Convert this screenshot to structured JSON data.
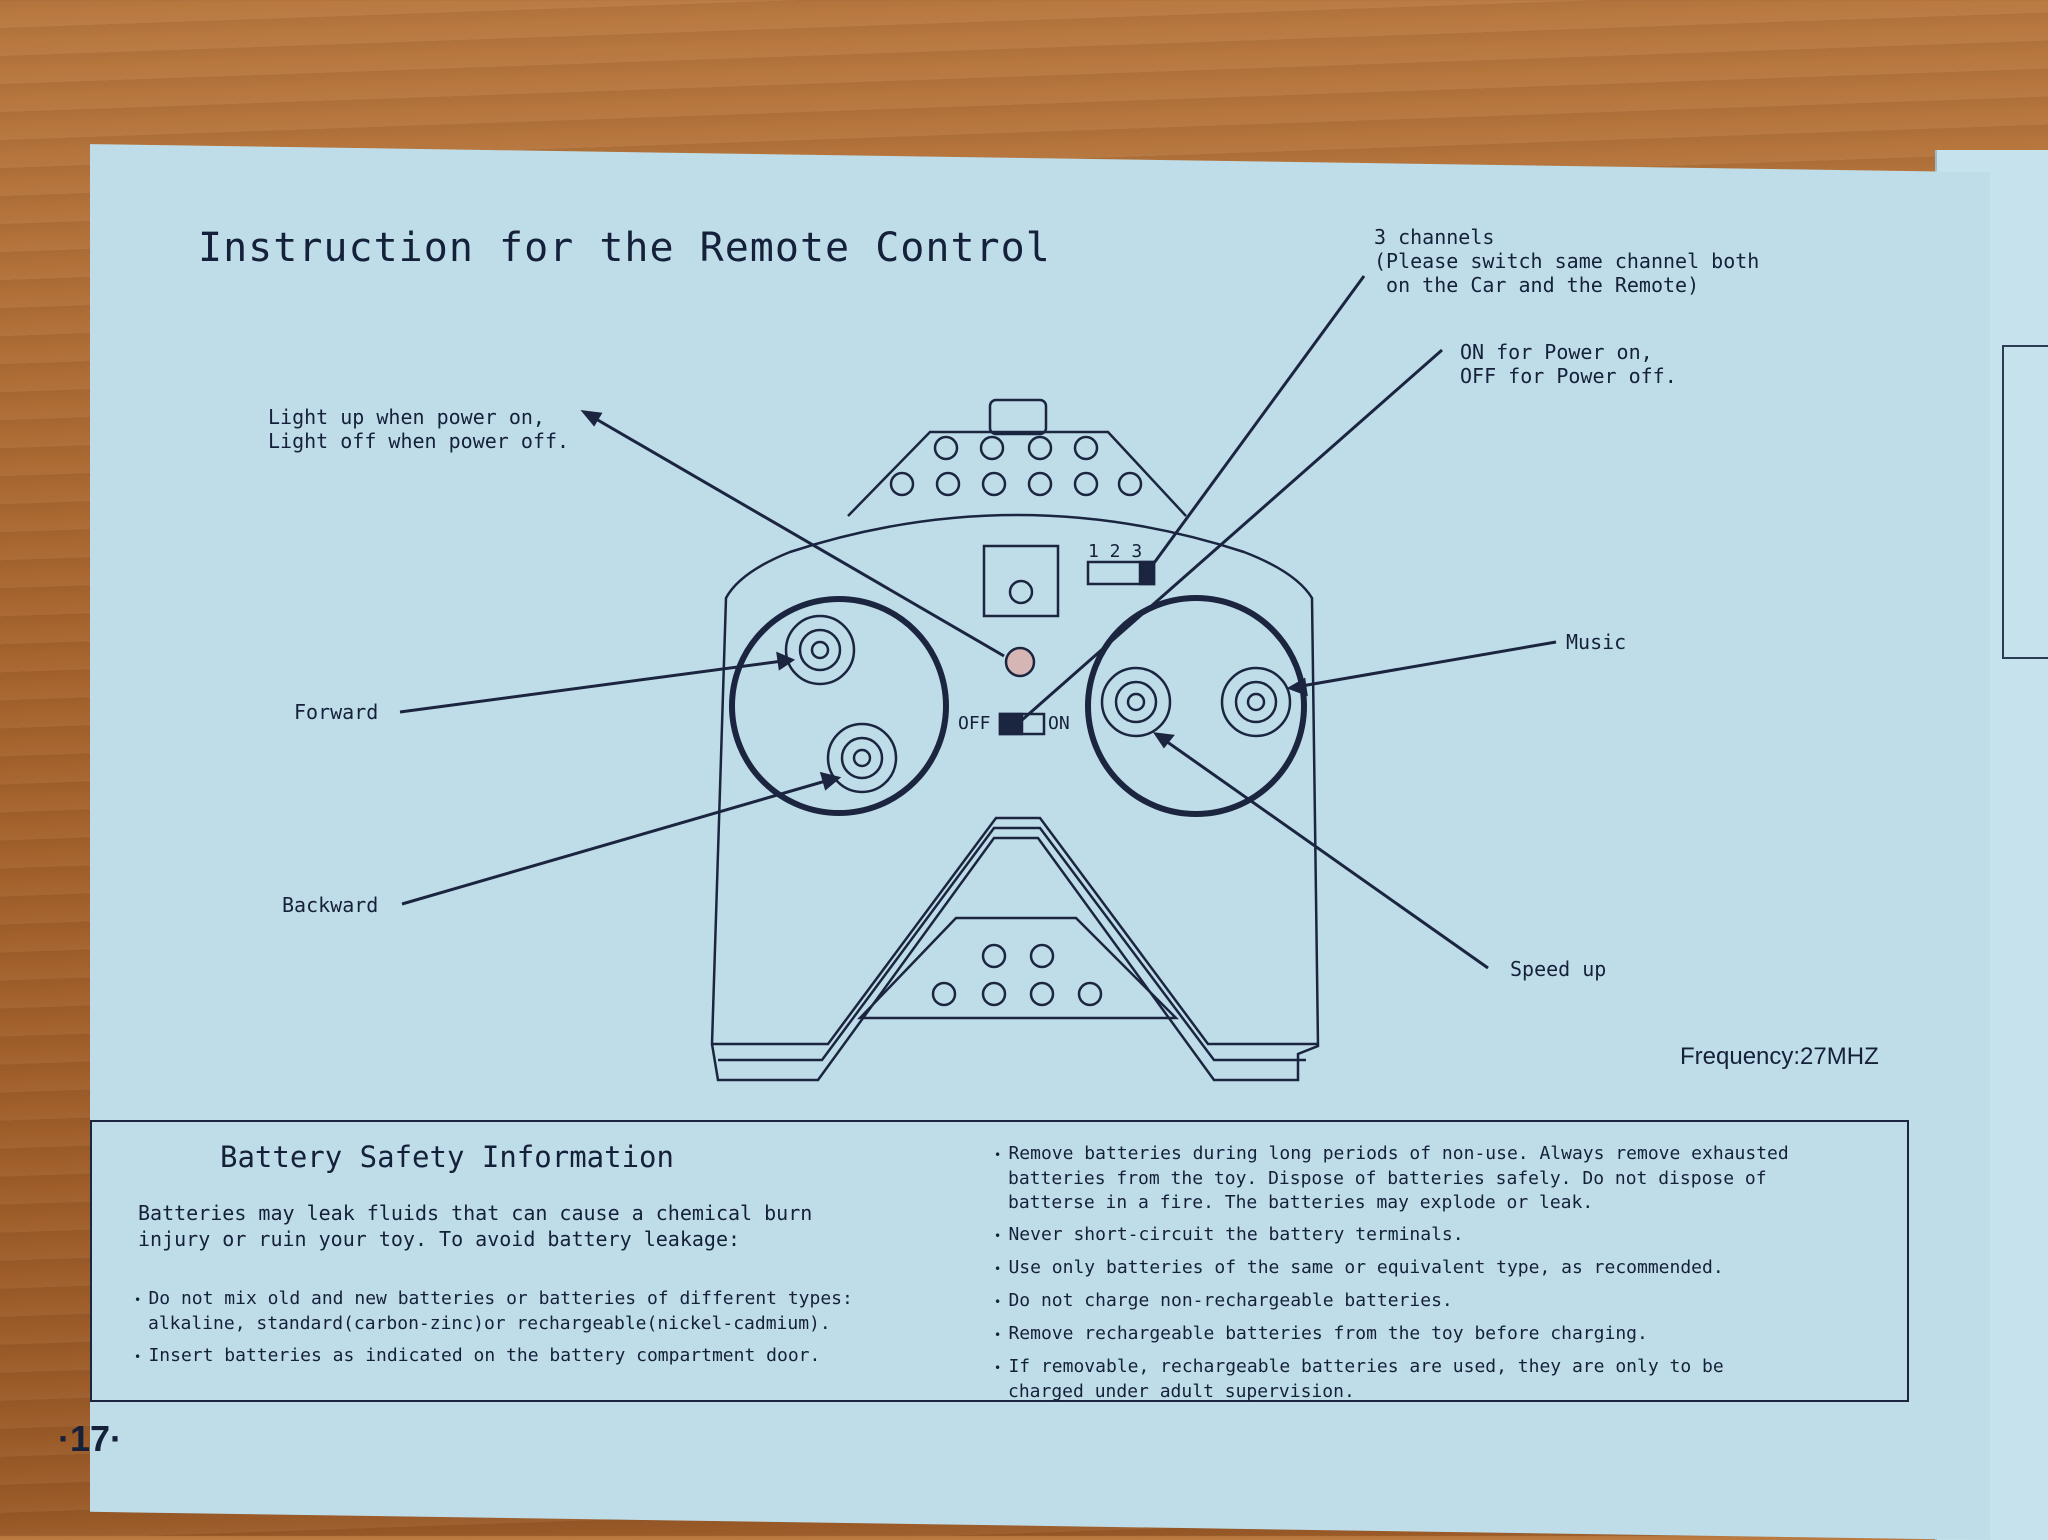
{
  "title": "Instruction for the Remote Control",
  "labels": {
    "channels": "3 channels\n(Please switch same channel both\n on the Car and the Remote)",
    "power": "ON for Power on,\nOFF for Power off.",
    "light": "Light up when power on,\nLight off when power off.",
    "forward": "Forward",
    "backward": "Backward",
    "music": "Music",
    "speed_up": "Speed up",
    "channel_numbers": "1 2 3",
    "switch_off": "OFF",
    "switch_on": "ON"
  },
  "frequency": "Frequency:27MHZ",
  "battery_safety": {
    "title": "Battery Safety Information",
    "intro": "Batteries may leak fluids that can cause a chemical burn\ninjury or ruin your toy. To avoid battery leakage:",
    "left_items": [
      "Do not mix old and new batteries or batteries of different types:\nalkaline, standard(carbon-zinc)or rechargeable(nickel-cadmium).",
      "Insert batteries as indicated on the battery compartment door."
    ],
    "right_items": [
      "Remove batteries during long periods of non-use. Always remove exhausted\nbatteries from the toy. Dispose of batteries safely. Do not dispose of\nbatterse in a fire. The batteries may explode or leak.",
      "Never short-circuit the battery terminals.",
      "Use only batteries of the same or equivalent type, as recommended.",
      "Do not charge non-rechargeable batteries.",
      "Remove rechargeable batteries from the toy before charging.",
      "If removable, rechargeable batteries are used, they are only to be\ncharged under adult supervision."
    ]
  },
  "page_number": "·17·",
  "colors": {
    "page": "#bfdde9",
    "ink": "#15203a",
    "wood": "#a8652e"
  }
}
